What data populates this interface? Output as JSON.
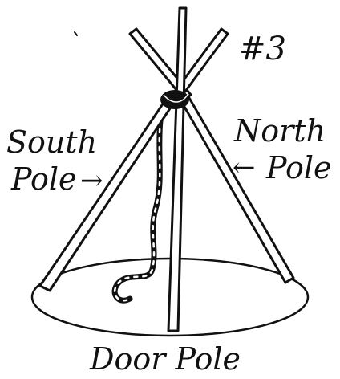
{
  "diagram": {
    "label_number": "#3",
    "label_south_line1": "South",
    "label_south_line2": "Pole",
    "label_north_line1": "North",
    "label_north_line2": "Pole",
    "label_door_pole": "Door Pole",
    "arrow_south": "→",
    "arrow_north": "←",
    "ink_color": "#111111",
    "background_color": "#ffffff"
  }
}
